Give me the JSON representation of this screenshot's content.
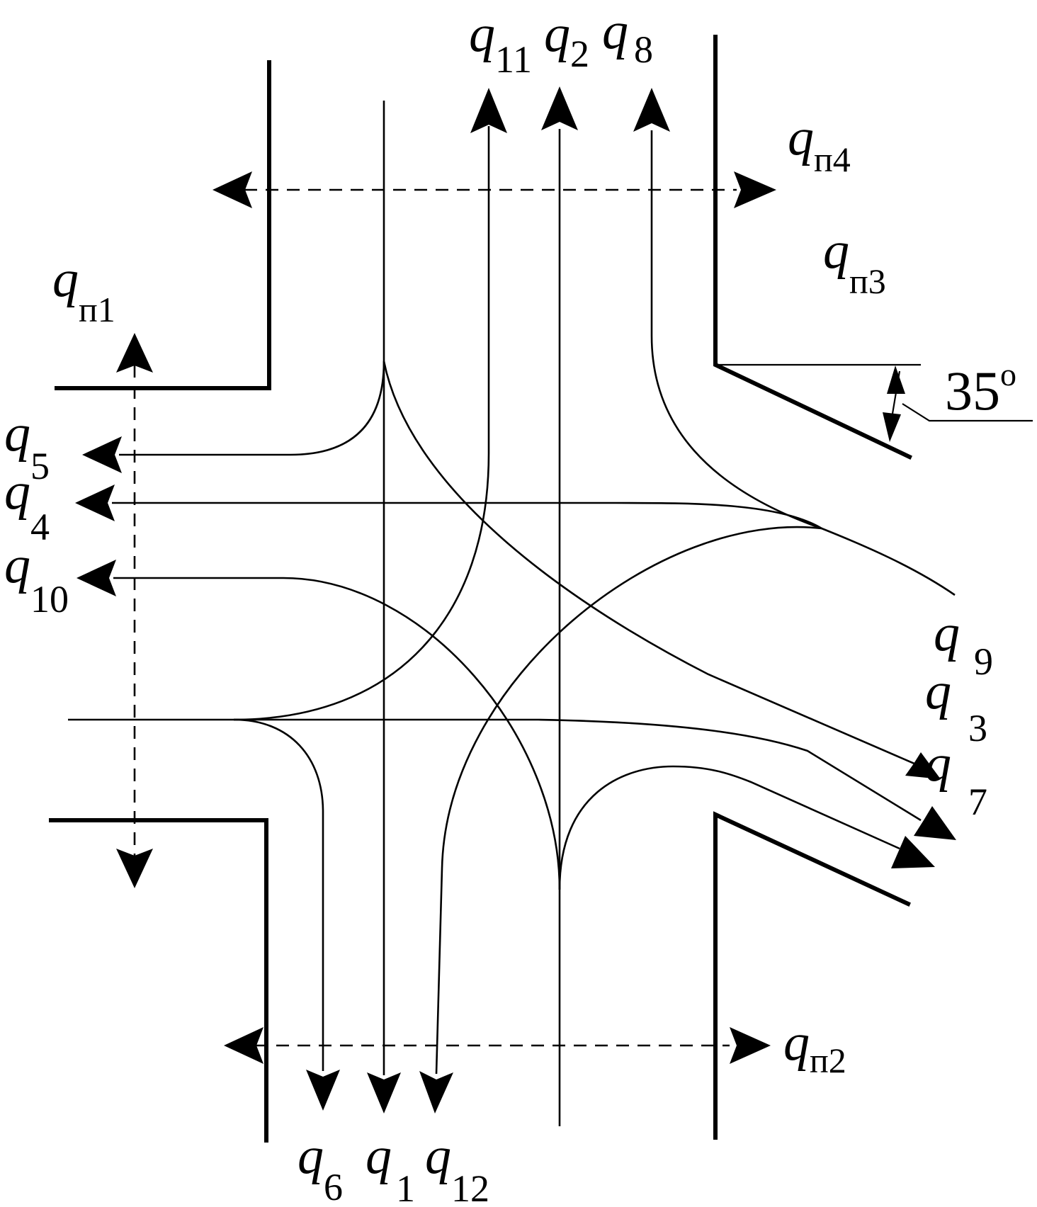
{
  "labels": {
    "q11": {
      "main": "q",
      "sub": "11"
    },
    "q2": {
      "main": "q",
      "sub": "2"
    },
    "q8": {
      "main": "q",
      "sub": "8"
    },
    "qp4": {
      "main": "q",
      "sub": "п4"
    },
    "qp3": {
      "main": "q",
      "sub": "п3"
    },
    "qp1": {
      "main": "q",
      "sub": "п1"
    },
    "qp2": {
      "main": "q",
      "sub": "п2"
    },
    "q5": {
      "main": "q",
      "sub": "5"
    },
    "q4": {
      "main": "q",
      "sub": "4"
    },
    "q10": {
      "main": "q",
      "sub": "10"
    },
    "q9": {
      "main": "q",
      "sub": "9"
    },
    "q3": {
      "main": "q",
      "sub": "3"
    },
    "q7": {
      "main": "q",
      "sub": "7"
    },
    "q6": {
      "main": "q",
      "sub": "6"
    },
    "q1": {
      "main": "q",
      "sub": "1"
    },
    "q12": {
      "main": "q",
      "sub": "12"
    }
  },
  "angle": {
    "value": "35",
    "unit": "o"
  }
}
